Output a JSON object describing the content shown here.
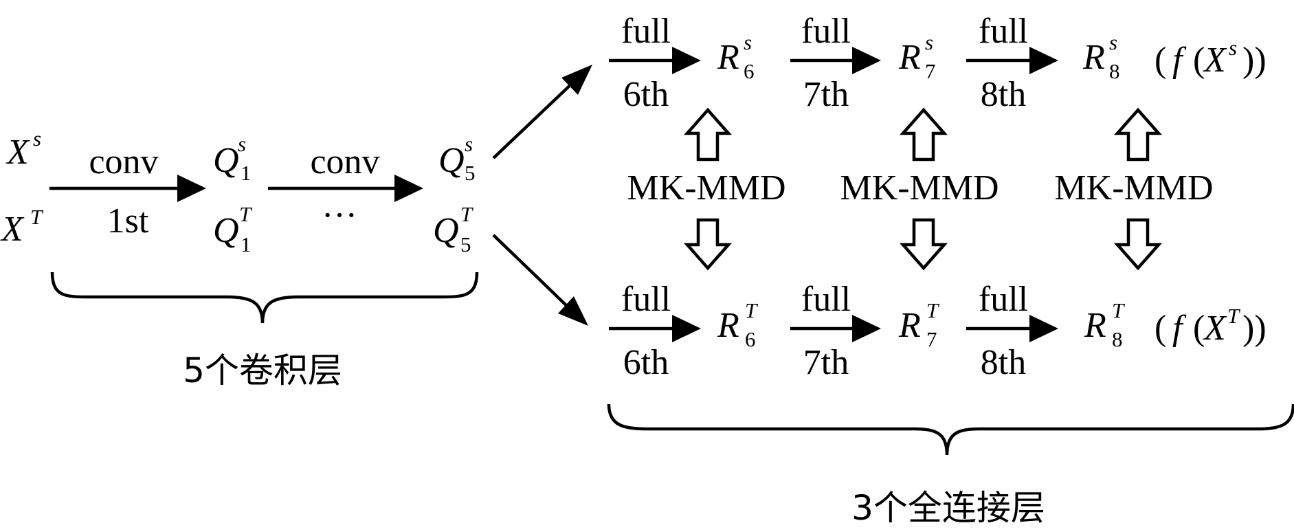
{
  "inputs": {
    "source": "X",
    "source_sup": "s",
    "target": "X",
    "target_sup": "T"
  },
  "conv_stage": {
    "arrow1_top": "conv",
    "arrow1_bottom": "1st",
    "q1_source": {
      "base": "Q",
      "sub": "1",
      "sup": "s"
    },
    "q1_target": {
      "base": "Q",
      "sub": "1",
      "sup": "T"
    },
    "arrow2_top": "conv",
    "arrow2_bottom": "···",
    "q5_source": {
      "base": "Q",
      "sub": "5",
      "sup": "s"
    },
    "q5_target": {
      "base": "Q",
      "sub": "5",
      "sup": "T"
    },
    "brace_label": "5个卷积层"
  },
  "fc_stage": {
    "top_row": {
      "arrows": [
        {
          "top": "full",
          "bottom": "6th"
        },
        {
          "top": "full",
          "bottom": "7th"
        },
        {
          "top": "full",
          "bottom": "8th"
        }
      ],
      "nodes": [
        {
          "base": "R",
          "sub": "6",
          "sup": "s"
        },
        {
          "base": "R",
          "sub": "7",
          "sup": "s"
        },
        {
          "base": "R",
          "sub": "8",
          "sup": "s"
        }
      ],
      "output": {
        "open": "(",
        "f": "f",
        "lparen": "(",
        "x": "X",
        "sup": "s",
        "close": "))"
      }
    },
    "bottom_row": {
      "arrows": [
        {
          "top": "full",
          "bottom": "6th"
        },
        {
          "top": "full",
          "bottom": "7th"
        },
        {
          "top": "full",
          "bottom": "8th"
        }
      ],
      "nodes": [
        {
          "base": "R",
          "sub": "6",
          "sup": "T"
        },
        {
          "base": "R",
          "sub": "7",
          "sup": "T"
        },
        {
          "base": "R",
          "sub": "8",
          "sup": "T"
        }
      ],
      "output": {
        "open": "(",
        "f": "f",
        "lparen": "(",
        "x": "X",
        "sup": "T",
        "close": "))"
      }
    },
    "mmd_labels": [
      "MK-MMD",
      "MK-MMD",
      "MK-MMD"
    ],
    "brace_label": "3个全连接层"
  }
}
